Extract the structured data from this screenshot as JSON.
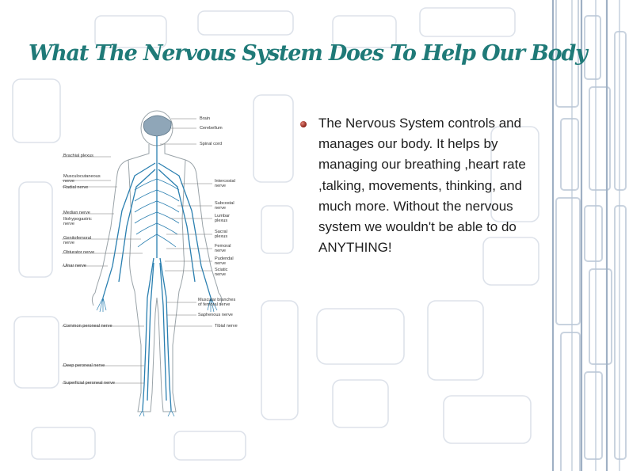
{
  "slide": {
    "title": "What The Nervous System Does To Help Our Body",
    "body": "The Nervous System controls and manages our body. It helps by managing our breathing ,heart rate ,talking, movements, thinking, and much more. Without the nervous system we wouldn't be able to do ANYTHING!"
  },
  "diagram": {
    "labels_left": [
      "Brachial plexus",
      "Musculocutaneous\nnerve",
      "Radial nerve",
      "Median nerve",
      "Iliohypogastric\nnerve",
      "Genitofemoral\nnerve",
      "Obturator nerve",
      "Ulnar nerve",
      "Common peroneal nerve",
      "Deep peroneal nerve",
      "Superficial peroneal nerve"
    ],
    "labels_right": [
      "Brain",
      "Cerebellum",
      "Spinal cord",
      "Intercostal\nnerve",
      "Subcostal\nnerve",
      "Lumbar\nplexus",
      "Sacral\nplexus",
      "Femoral\nnerve",
      "Pudendal\nnerve",
      "Sciatic\nnerve",
      "Muscular branches\nof femoral nerve",
      "Saphenous nerve",
      "Tibial nerve"
    ]
  },
  "colors": {
    "title": "#1f7a78",
    "nerve": "#2a7fb0",
    "body_outline": "#9aa3a8",
    "bullet": "#8a1e14",
    "background_pattern": "#dde2ea"
  },
  "icons": {
    "bullet": "bullet-dot-icon"
  }
}
